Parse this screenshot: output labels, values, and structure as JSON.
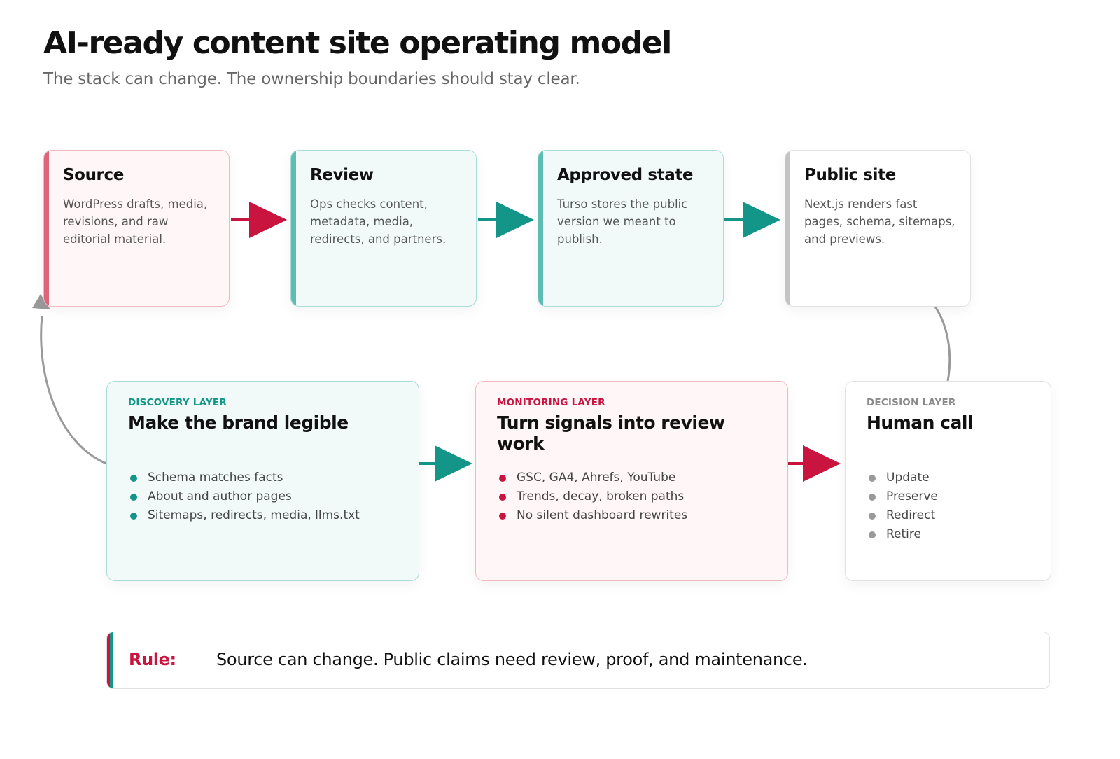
{
  "header": {
    "title": "AI-ready content site operating model",
    "subtitle": "The stack can change. The ownership boundaries should stay clear."
  },
  "colors": {
    "crimson": "#c8143f",
    "teal": "#139688",
    "gray": "#9a9a9a",
    "pink_fill": "#fff6f7",
    "teal_fill": "#f1faf9"
  },
  "steps": [
    {
      "title": "Source",
      "text": "WordPress drafts, media, revisions, and raw editorial material."
    },
    {
      "title": "Review",
      "text": "Ops checks content, metadata, media, redirects, and partners."
    },
    {
      "title": "Approved state",
      "text": "Turso stores the public version we meant to publish."
    },
    {
      "title": "Public site",
      "text": "Next.js renders fast pages, schema, sitemaps, and previews."
    }
  ],
  "layers": [
    {
      "eyebrow": "DISCOVERY LAYER",
      "title": "Make the brand legible",
      "items": [
        "Schema matches facts",
        "About and author pages",
        "Sitemaps, redirects, media, llms.txt"
      ]
    },
    {
      "eyebrow": "MONITORING LAYER",
      "title": "Turn signals into review work",
      "items": [
        "GSC, GA4, Ahrefs, YouTube",
        "Trends, decay, broken paths",
        "No silent dashboard rewrites"
      ]
    },
    {
      "eyebrow": "DECISION LAYER",
      "title": "Human call",
      "items": [
        "Update",
        "Preserve",
        "Redirect",
        "Retire"
      ]
    }
  ],
  "rule": {
    "label": "Rule:",
    "text": "Source can change. Public claims need review, proof, and maintenance."
  }
}
